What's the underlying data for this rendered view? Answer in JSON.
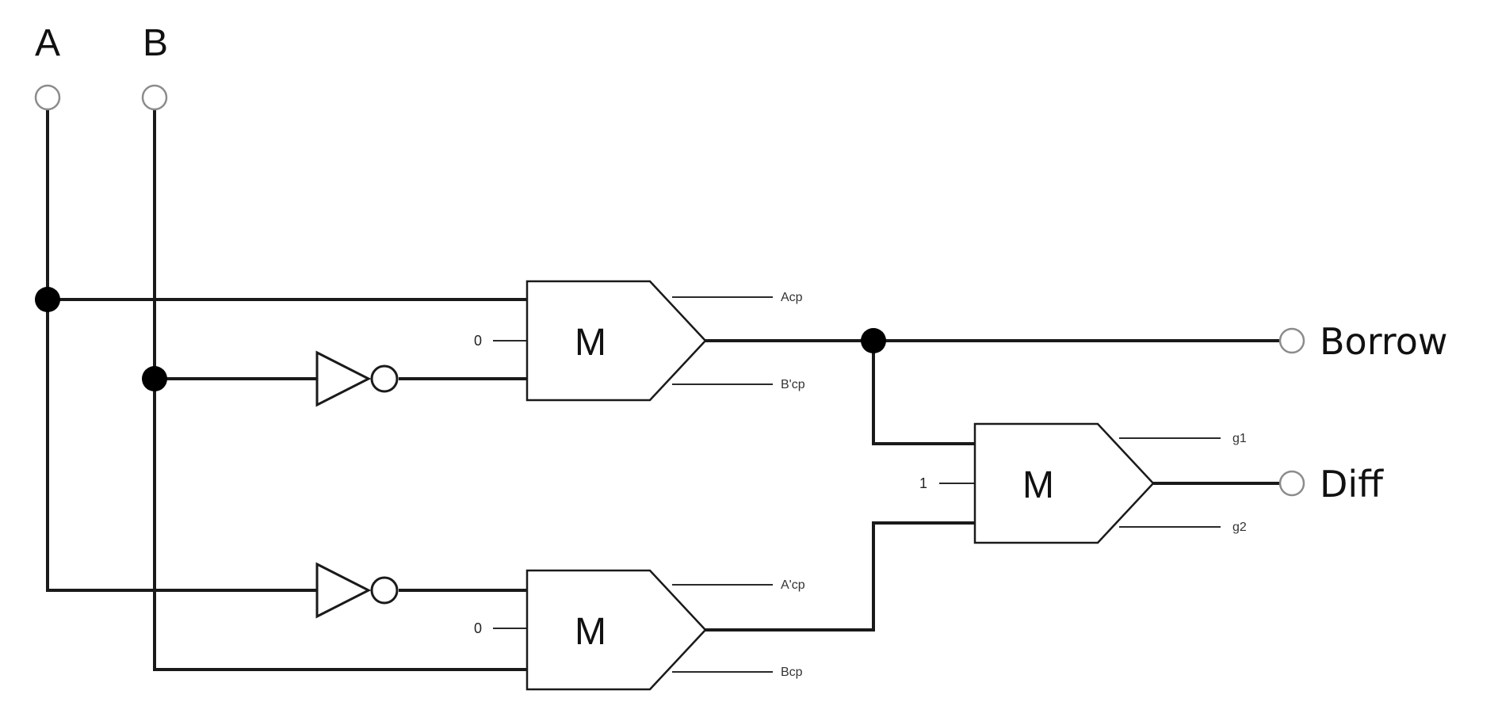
{
  "inputs": {
    "a_label": "A",
    "b_label": "B"
  },
  "outputs": {
    "borrow_label": "Borrow",
    "diff_label": "Diff"
  },
  "gate_top": {
    "label": "M",
    "const_input": "0",
    "out_upper": "Acp",
    "out_lower": "B'cp"
  },
  "gate_bottom": {
    "label": "M",
    "const_input": "0",
    "out_upper": "A'cp",
    "out_lower": "Bcp"
  },
  "gate_right": {
    "label": "M",
    "const_input": "1",
    "out_upper": "g1",
    "out_lower": "g2"
  }
}
